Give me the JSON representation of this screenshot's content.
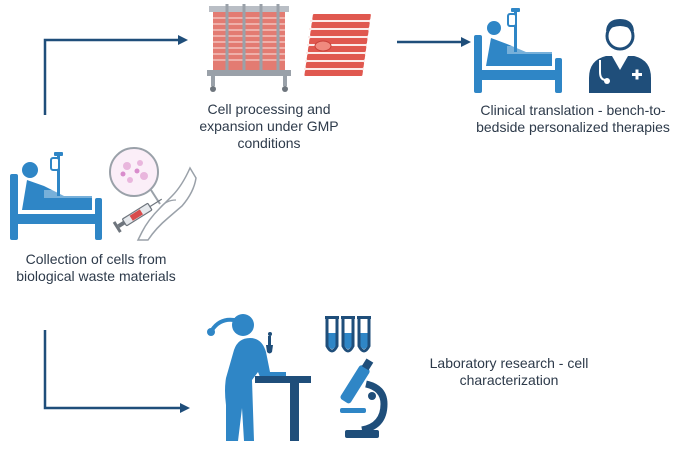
{
  "colors": {
    "icon_blue": "#2f86c6",
    "dark_navy": "#1f4e7a",
    "arrow_navy": "#1f4e7a",
    "text": "#2d3a4a",
    "red_stack": "#e0584f",
    "pink_cells": "#e9b6dd"
  },
  "nodes": {
    "collection": {
      "line1": "Collection of cells from",
      "line2": "biological waste materials",
      "icons": [
        "hospital-bed-patient-icon",
        "cells-magnifier-icon",
        "hand-syringe-icon"
      ]
    },
    "processing": {
      "line1": "Cell processing and",
      "line2": "expansion under GMP",
      "line3": "conditions",
      "icons": [
        "bioreactor-icon",
        "cell-culture-flask-stack-icon"
      ]
    },
    "clinical": {
      "line1": "Clinical translation - bench-to-",
      "line2": "bedside personalized therapies",
      "icons": [
        "hospital-bed-patient-icon",
        "doctor-icon"
      ]
    },
    "lab": {
      "line1": "Laboratory research - cell",
      "line2": "characterization",
      "icons": [
        "scientist-icon",
        "test-tubes-icon",
        "microscope-icon"
      ]
    }
  }
}
